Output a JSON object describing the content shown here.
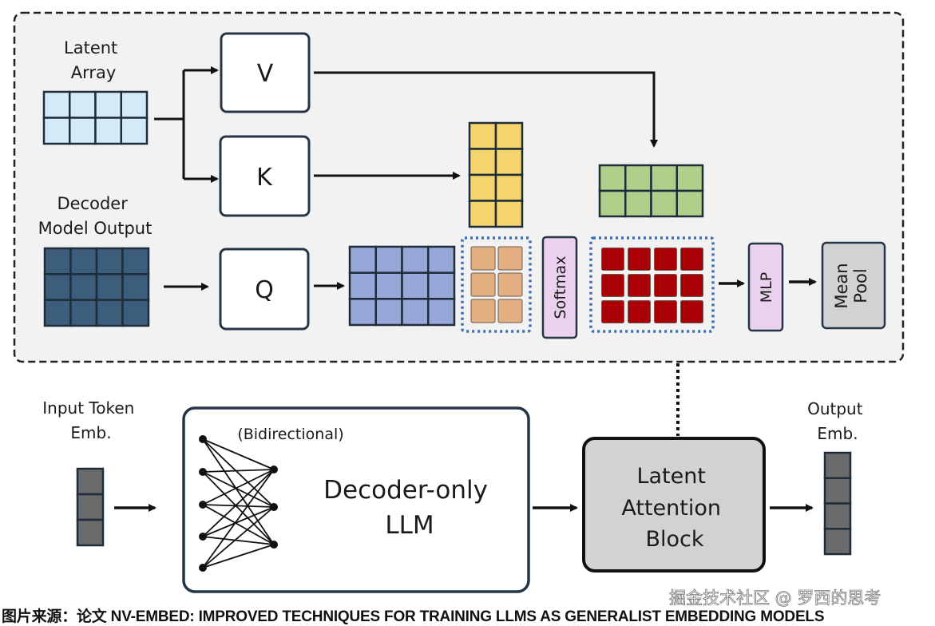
{
  "diagram": {
    "title": "NV-Embed Latent Attention architecture",
    "top_panel": {
      "latent_array_label": [
        "Latent",
        "Array"
      ],
      "decoder_output_label": [
        "Decoder",
        "Model Output"
      ],
      "v_label": "V",
      "k_label": "K",
      "q_label": "Q",
      "softmax_label": "Softmax",
      "mlp_label": "MLP",
      "mean_pool_label": [
        "Mean",
        "Pool"
      ]
    },
    "bottom_panel": {
      "input_label": [
        "Input Token",
        "Emb."
      ],
      "bidirectional_label": "(Bidirectional)",
      "llm_label": [
        "Decoder-only",
        "LLM"
      ],
      "latent_block_label": [
        "Latent",
        "Attention",
        "Block"
      ],
      "output_label": [
        "Output",
        "Emb."
      ]
    },
    "colors": {
      "latent_array": "#d4eaf8",
      "decoder_output": "#3d5d7c",
      "query_proj": "#97a8d8",
      "key_matrix": "#f4d56c",
      "value_matrix": "#b0cf8a",
      "scores": "#e3ae80",
      "attention_out": "#a80006",
      "softmax": "#ead2ee",
      "mlp": "#ead2ee",
      "mean_pool": "#d2d2d2",
      "token": "#6b6b6b",
      "panel_bg": "#f2f2f2",
      "dotted_blue": "#3a6fb5"
    }
  },
  "caption": "图片来源：论文 NV-EMBED: IMPROVED TECHNIQUES FOR TRAINING LLMS AS GENERALIST EMBEDDING MODELS",
  "watermark": "掘金技术社区 @ 罗西的思考"
}
